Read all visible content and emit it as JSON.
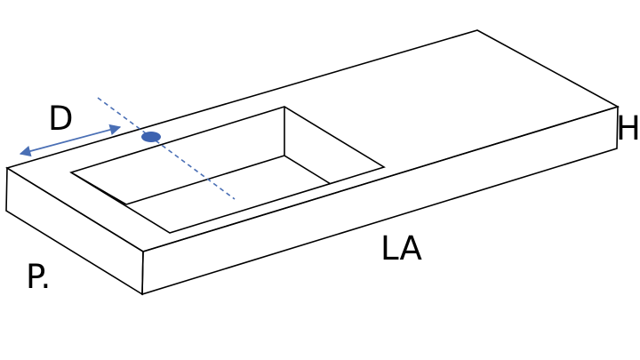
{
  "labels": {
    "depth_offset": "D",
    "height": "H",
    "length": "LA",
    "depth": "P."
  },
  "colors": {
    "outline": "#000000",
    "annotation": "#4a6fb5",
    "drain": "#3d63b0"
  }
}
